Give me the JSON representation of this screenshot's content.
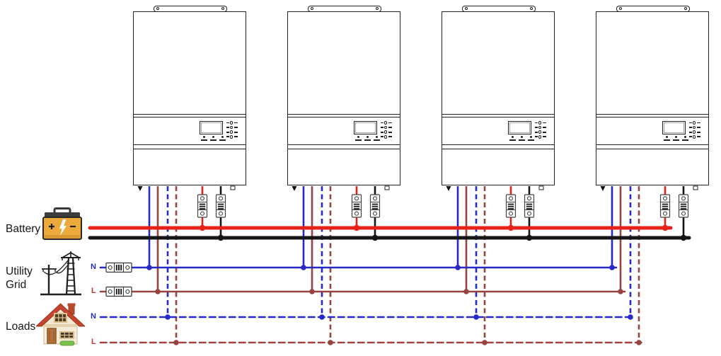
{
  "legend": {
    "battery": {
      "label": "Battery",
      "icon": "battery-icon"
    },
    "utility": {
      "label": "Utility Grid",
      "icon": "utility-pole-icon"
    },
    "loads": {
      "label": "Loads",
      "icon": "house-icon"
    }
  },
  "buses": [
    {
      "id": "battery-positive",
      "label": "",
      "label_color": "",
      "color": "#e82118",
      "style": "solid",
      "thickness": 5
    },
    {
      "id": "battery-negative",
      "label": "",
      "label_color": "",
      "color": "#151515",
      "style": "solid",
      "thickness": 5
    },
    {
      "id": "utility-neutral",
      "label": "N",
      "label_color": "#2a2fb8",
      "color": "#2629c6",
      "style": "solid",
      "thickness": 2.6,
      "fuse": true
    },
    {
      "id": "utility-line",
      "label": "L",
      "label_color": "#b23535",
      "color": "#964341",
      "style": "solid",
      "thickness": 2.6,
      "fuse": true
    },
    {
      "id": "loads-neutral",
      "label": "N",
      "label_color": "#2a2fb8",
      "color": "#2629c6",
      "style": "dashed",
      "thickness": 2.6
    },
    {
      "id": "loads-line",
      "label": "L",
      "label_color": "#c23a36",
      "color": "#a34240",
      "style": "dashed",
      "thickness": 2.6
    }
  ],
  "inverters": [
    {
      "id": "inverter-1"
    },
    {
      "id": "inverter-2"
    },
    {
      "id": "inverter-3"
    },
    {
      "id": "inverter-4"
    }
  ],
  "inverter_connections": [
    {
      "id": "ac-input-neutral",
      "color": "#2629c6",
      "style": "solid",
      "bus": 2
    },
    {
      "id": "ac-input-line",
      "color": "#964341",
      "style": "solid",
      "bus": 3
    },
    {
      "id": "ac-output-neutral",
      "color": "#2629c6",
      "style": "dashed",
      "bus": 4
    },
    {
      "id": "ac-output-line",
      "color": "#964341",
      "style": "dashed",
      "bus": 5
    },
    {
      "id": "battery-positive",
      "color": "#e82118",
      "style": "solid",
      "bus": 0,
      "breaker": true
    },
    {
      "id": "battery-negative",
      "color": "#151515",
      "style": "solid",
      "bus": 1,
      "breaker": true
    }
  ],
  "panel": {
    "led_count": 4,
    "button_count": 3
  }
}
